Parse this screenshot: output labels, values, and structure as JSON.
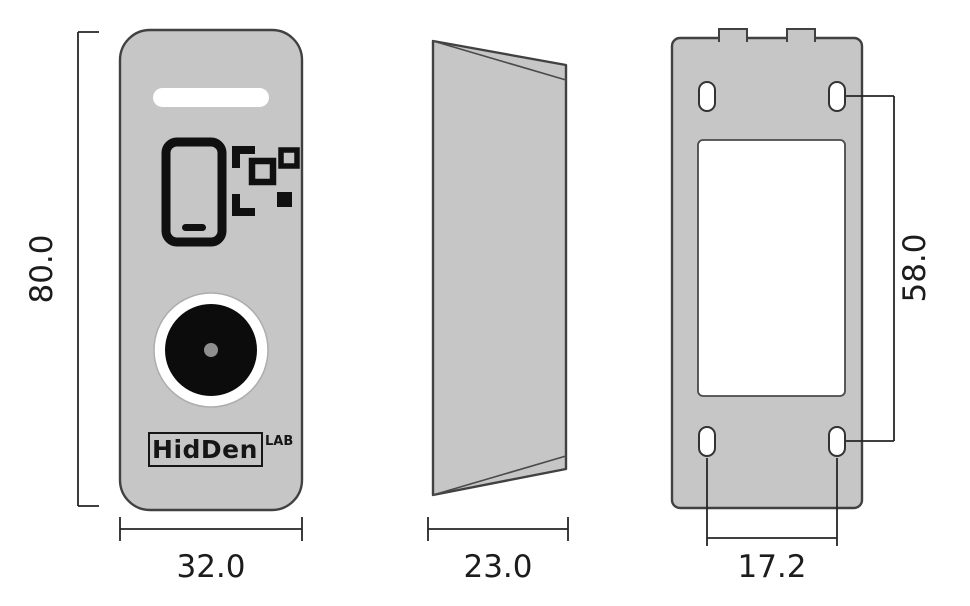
{
  "brand": {
    "name": "HidDen",
    "suffix": "LAB"
  },
  "dimensions": {
    "height": "80.0",
    "width": "32.0",
    "depth": "23.0",
    "hole_spacing_vertical": "58.0",
    "hole_spacing_horizontal": "17.2"
  },
  "icons": {
    "qr_phone": "qr-phone-icon",
    "camera": "camera-lens-icon"
  },
  "colors": {
    "body": "#c6c6c6",
    "outline": "#414141",
    "dimension": "#262626",
    "icon_black": "#101010",
    "lens_black": "#0c0c0c",
    "lens_dot": "#8f8f8f",
    "white": "#ffffff"
  }
}
